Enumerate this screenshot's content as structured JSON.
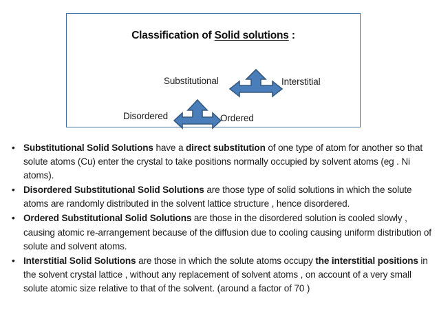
{
  "slide": {
    "background_color": "#ffffff",
    "accent_color": "#4A7EBB",
    "border_color": "#4472A0",
    "text_color": "#1b1b1b"
  },
  "diagram": {
    "title_prefix": "Classification of ",
    "title_underlined": "Solid solutions",
    "title_suffix": " :",
    "labels": {
      "substitutional": "Substitutional",
      "interstitial": "Interstitial",
      "disordered": "Disordered",
      "ordered": "Ordered"
    },
    "arrows": [
      {
        "name": "arrow-substitutional-interstitial",
        "directions": [
          "up",
          "left",
          "right"
        ]
      },
      {
        "name": "arrow-disordered-ordered",
        "directions": [
          "up",
          "left",
          "right"
        ]
      }
    ]
  },
  "body": {
    "bullets": [
      {
        "id": "substitutional-solid-solutions",
        "runs": [
          {
            "text": "Substitutional Solid Solutions",
            "bold": true
          },
          {
            "text": " have a ",
            "bold": false
          },
          {
            "text": "direct substitution",
            "bold": true
          },
          {
            "text": " of one type of atom for another so that solute atoms (Cu) enter the crystal to take positions normally occupied by solvent atoms (eg . Ni atoms).",
            "bold": false
          }
        ]
      },
      {
        "id": "disordered-substitutional-solid-solutions",
        "runs": [
          {
            "text": "Disordered Substitutional Solid Solutions",
            "bold": true
          },
          {
            "text": "  are those type of solid solutions in which the solute atoms are randomly distributed in the solvent lattice structure , hence disordered.",
            "bold": false
          }
        ]
      },
      {
        "id": "ordered-substitutional-solid-solutions",
        "runs": [
          {
            "text": "Ordered Substitutional Solid Solutions",
            "bold": true
          },
          {
            "text": "  are those in the disordered solution is cooled slowly , causing atomic re-arrangement because of the diffusion due to cooling causing uniform distribution of solute and solvent atoms.",
            "bold": false
          }
        ]
      },
      {
        "id": "interstitial-solid-solutions",
        "runs": [
          {
            "text": "Interstitial Solid Solutions",
            "bold": true
          },
          {
            "text": " are those in which the solute atoms occupy ",
            "bold": false
          },
          {
            "text": "the interstitial positions",
            "bold": true
          },
          {
            "text": " in the solvent crystal lattice , without any replacement of solvent atoms , on account of a very small solute atomic size relative to that of the solvent. (around a factor of 70 )",
            "bold": false
          }
        ]
      }
    ],
    "bullet_marker": "•"
  }
}
